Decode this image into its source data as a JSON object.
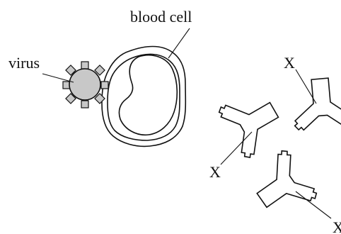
{
  "labels": {
    "blood_cell": "blood cell",
    "virus": "virus",
    "x_left": "X",
    "x_top_right": "X",
    "x_bottom_right": "X"
  },
  "colors": {
    "ink": "#111111",
    "virus_fill": "#c8c8c8",
    "background": "#ffffff"
  },
  "icons": {
    "antibody": "y-shaped-antibody",
    "virus": "spiked-virus-particle",
    "cell": "blood-cell-with-nucleus"
  }
}
